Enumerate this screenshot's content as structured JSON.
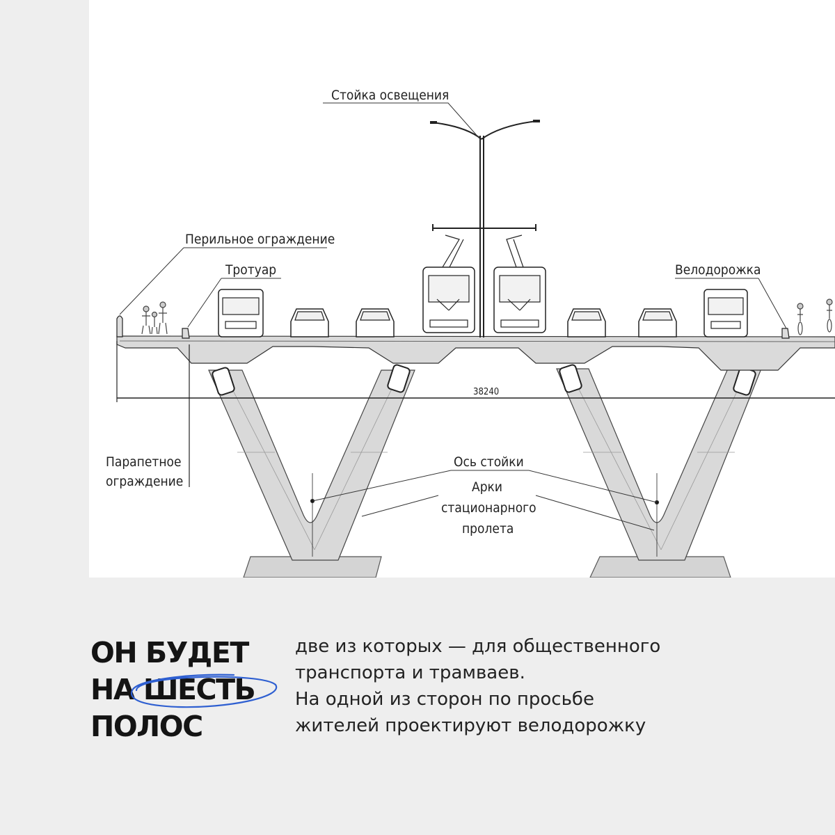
{
  "diagram": {
    "labels": {
      "lighting_pole": "Стойка освещения",
      "railing": "Перильное ограждение",
      "sidewalk": "Тротуар",
      "bike_lane": "Велодорожка",
      "dimension": "38240",
      "parapet_line1": "Парапетное",
      "parapet_line2": "ограждение",
      "pillar_axis": "Ось стойки",
      "arches_line1": "Арки",
      "arches_line2": "стационарного",
      "arches_line3": "пролета"
    }
  },
  "headline": {
    "line1": "ОН БУДЕТ",
    "line2_a": "НА",
    "line2_b": "ШЕСТЬ",
    "line3": "ПОЛОС"
  },
  "body": {
    "line1": "две из которых — для общественного",
    "line2": "транспорта и трамваев.",
    "line3": "На одной из сторон по просьбе",
    "line4": "жителей проектируют велодорожку"
  },
  "colors": {
    "background": "#eeeeee",
    "drawing_bg": "#ffffff",
    "concrete": "#d9d9d9",
    "accent_blue": "#2e5fd1",
    "text": "#141414"
  }
}
